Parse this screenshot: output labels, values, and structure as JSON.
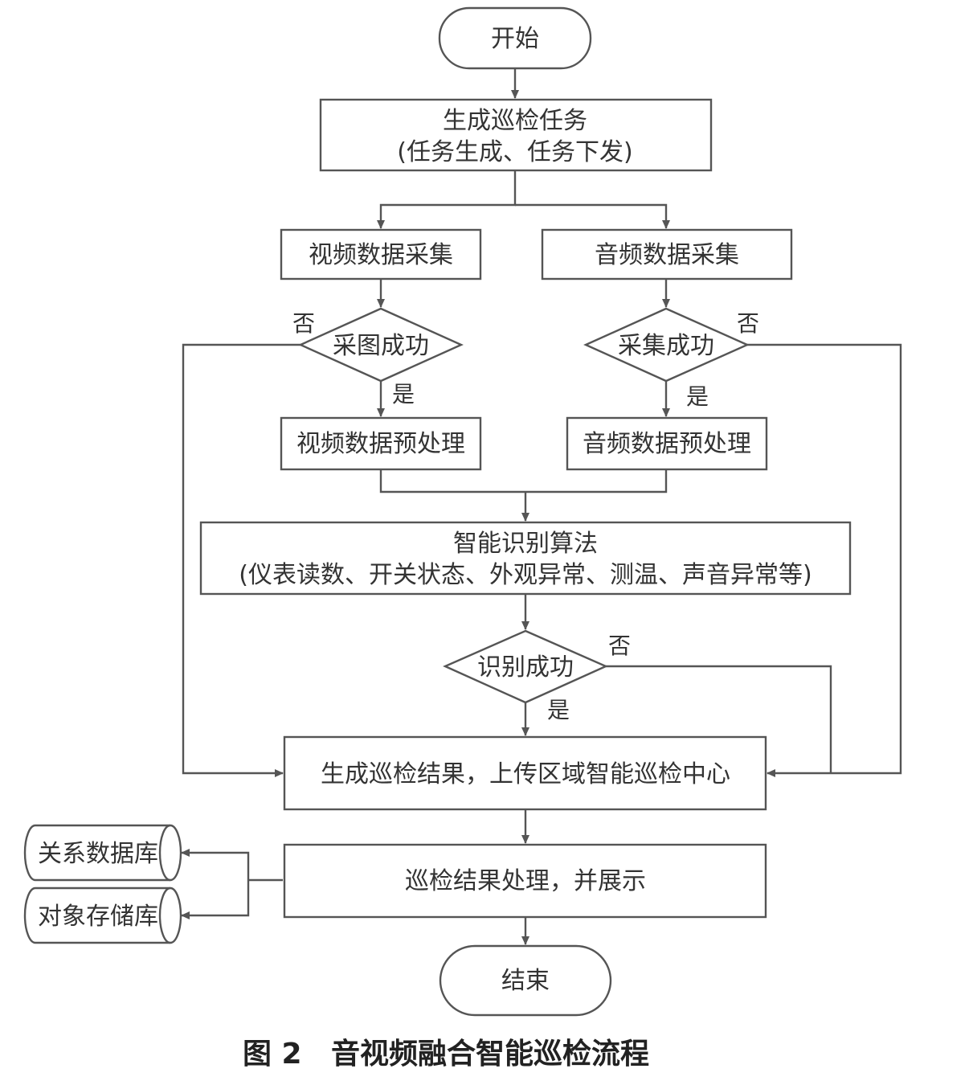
{
  "nodes": {
    "start": "开始",
    "gen_task_line1": "生成巡检任务",
    "gen_task_line2": "(任务生成、任务下发)",
    "video_collect": "视频数据采集",
    "audio_collect": "音频数据采集",
    "capture_success": "采图成功",
    "collect_success": "采集成功",
    "video_preprocess": "视频数据预处理",
    "audio_preprocess": "音频数据预处理",
    "algo_line1": "智能识别算法",
    "algo_line2": "(仪表读数、开关状态、外观异常、测温、声音异常等)",
    "recognize_success": "识别成功",
    "gen_result": "生成巡检结果，上传区域智能巡检中心",
    "process_result": "巡检结果处理，并展示",
    "relational_db": "关系数据库",
    "object_store": "对象存储库",
    "end": "结束"
  },
  "labels": {
    "yes": "是",
    "no": "否"
  },
  "caption": {
    "figure_no": "图 2",
    "title": "音视频融合智能巡检流程"
  }
}
